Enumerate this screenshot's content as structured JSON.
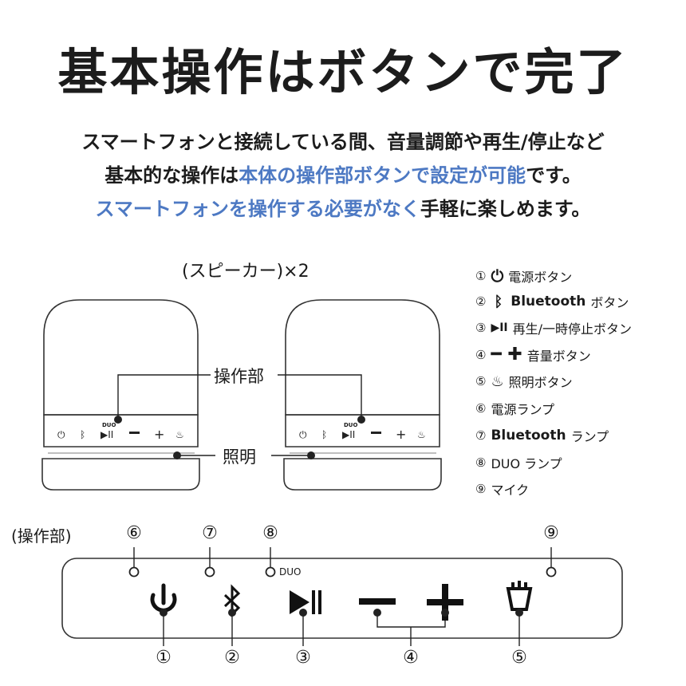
{
  "title": "基本操作はボタンで完了",
  "description": {
    "line1": "スマートフォンと接続している間、音量調節や再生/停止など",
    "line2_a": "基本的な操作は",
    "line2_b": "本体の操作部ボタンで設定が可能",
    "line2_c": "です。",
    "line3_a": "スマートフォンを操作する必要がなく",
    "line3_b": "手軽に楽しめます。"
  },
  "speaker_caption": "(スピーカー)×2",
  "callouts": {
    "controls": "操作部",
    "light": "照明"
  },
  "small_duo": "DUO",
  "legend": [
    {
      "num": "①",
      "icon": "power-icon",
      "bold": "",
      "text": "電源ボタン"
    },
    {
      "num": "②",
      "icon": "bluetooth-icon",
      "bold": "Bluetooth",
      "text": "ボタン"
    },
    {
      "num": "③",
      "icon": "play-pause-icon",
      "bold": "",
      "text": "再生/一時停止ボタン"
    },
    {
      "num": "④",
      "icon": "minus-plus-icon",
      "bold": "",
      "text": "音量ボタン"
    },
    {
      "num": "⑤",
      "icon": "lamp-icon",
      "bold": "",
      "text": "照明ボタン"
    },
    {
      "num": "⑥",
      "icon": "",
      "bold": "",
      "text": "電源ランプ"
    },
    {
      "num": "⑦",
      "icon": "",
      "bold": "Bluetooth",
      "text": "ランプ"
    },
    {
      "num": "⑧",
      "icon": "",
      "bold": "",
      "text": "DUO ランプ"
    },
    {
      "num": "⑨",
      "icon": "",
      "bold": "",
      "text": "マイク"
    }
  ],
  "panel": {
    "caption": "(操作部)",
    "top_numbers": [
      "⑥",
      "⑦",
      "⑧",
      "⑨"
    ],
    "bottom_numbers": [
      "①",
      "②",
      "③",
      "④",
      "⑤"
    ],
    "duo_label": "DUO"
  },
  "colors": {
    "accent": "#4d79c3",
    "text": "#1c1c1c",
    "outline": "#333333"
  }
}
